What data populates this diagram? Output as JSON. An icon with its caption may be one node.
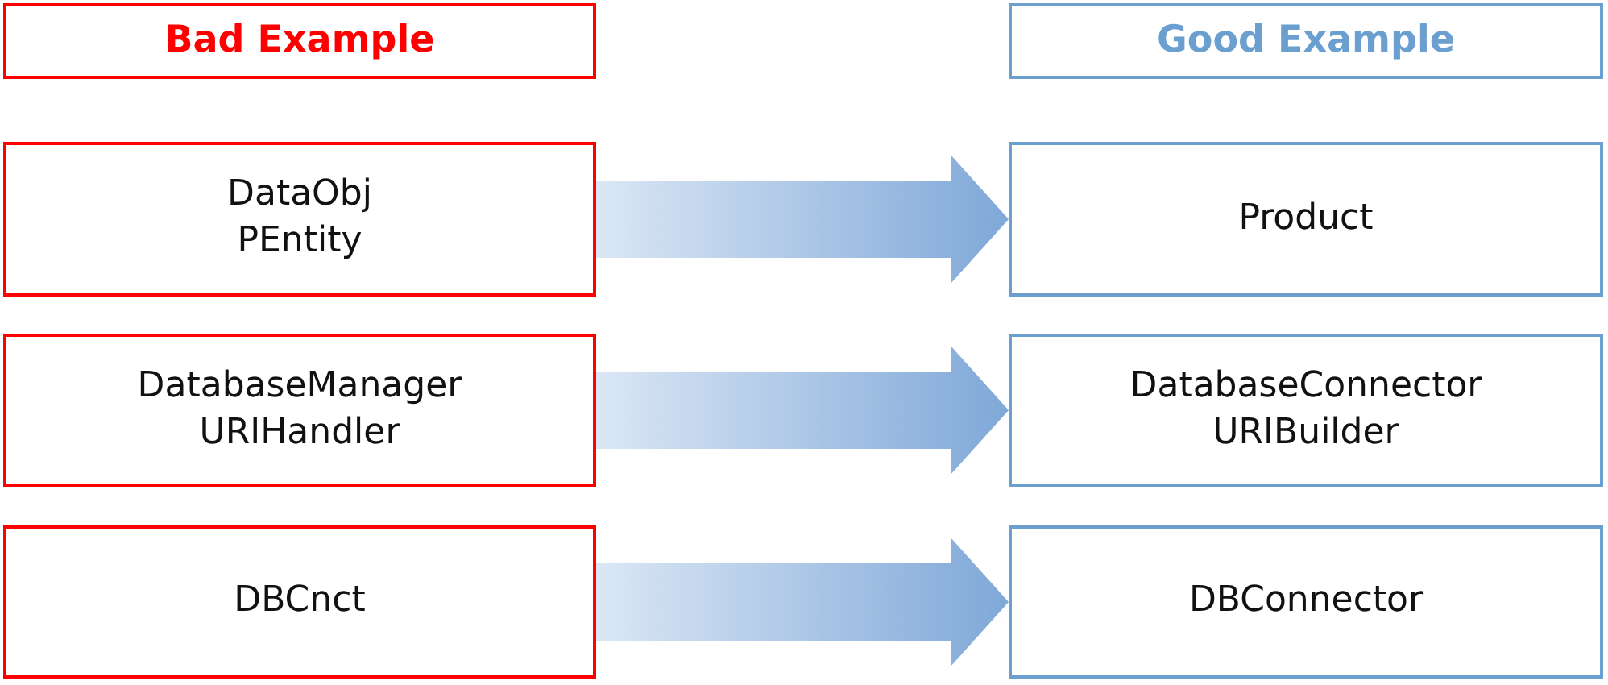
{
  "diagram": {
    "nodes": [
      {
        "text": [
          "Bad Example"
        ]
      },
      {
        "text": [
          "Good Example"
        ]
      },
      {
        "text": [
          "DataObj",
          "PEntity"
        ]
      },
      {
        "text": [
          "Product"
        ]
      },
      {
        "text": [
          "DatabaseManager",
          "URIHandler"
        ]
      },
      {
        "text": [
          "DatabaseConnector",
          "URIBuilder"
        ]
      },
      {
        "text": [
          "DBCnct"
        ]
      },
      {
        "text": [
          "DBConnector"
        ]
      }
    ],
    "edges": [
      {
        "from": 2,
        "to": 3,
        "arrow": "to"
      },
      {
        "from": 4,
        "to": 5,
        "arrow": "to"
      },
      {
        "from": 6,
        "to": 7,
        "arrow": "to"
      }
    ]
  }
}
